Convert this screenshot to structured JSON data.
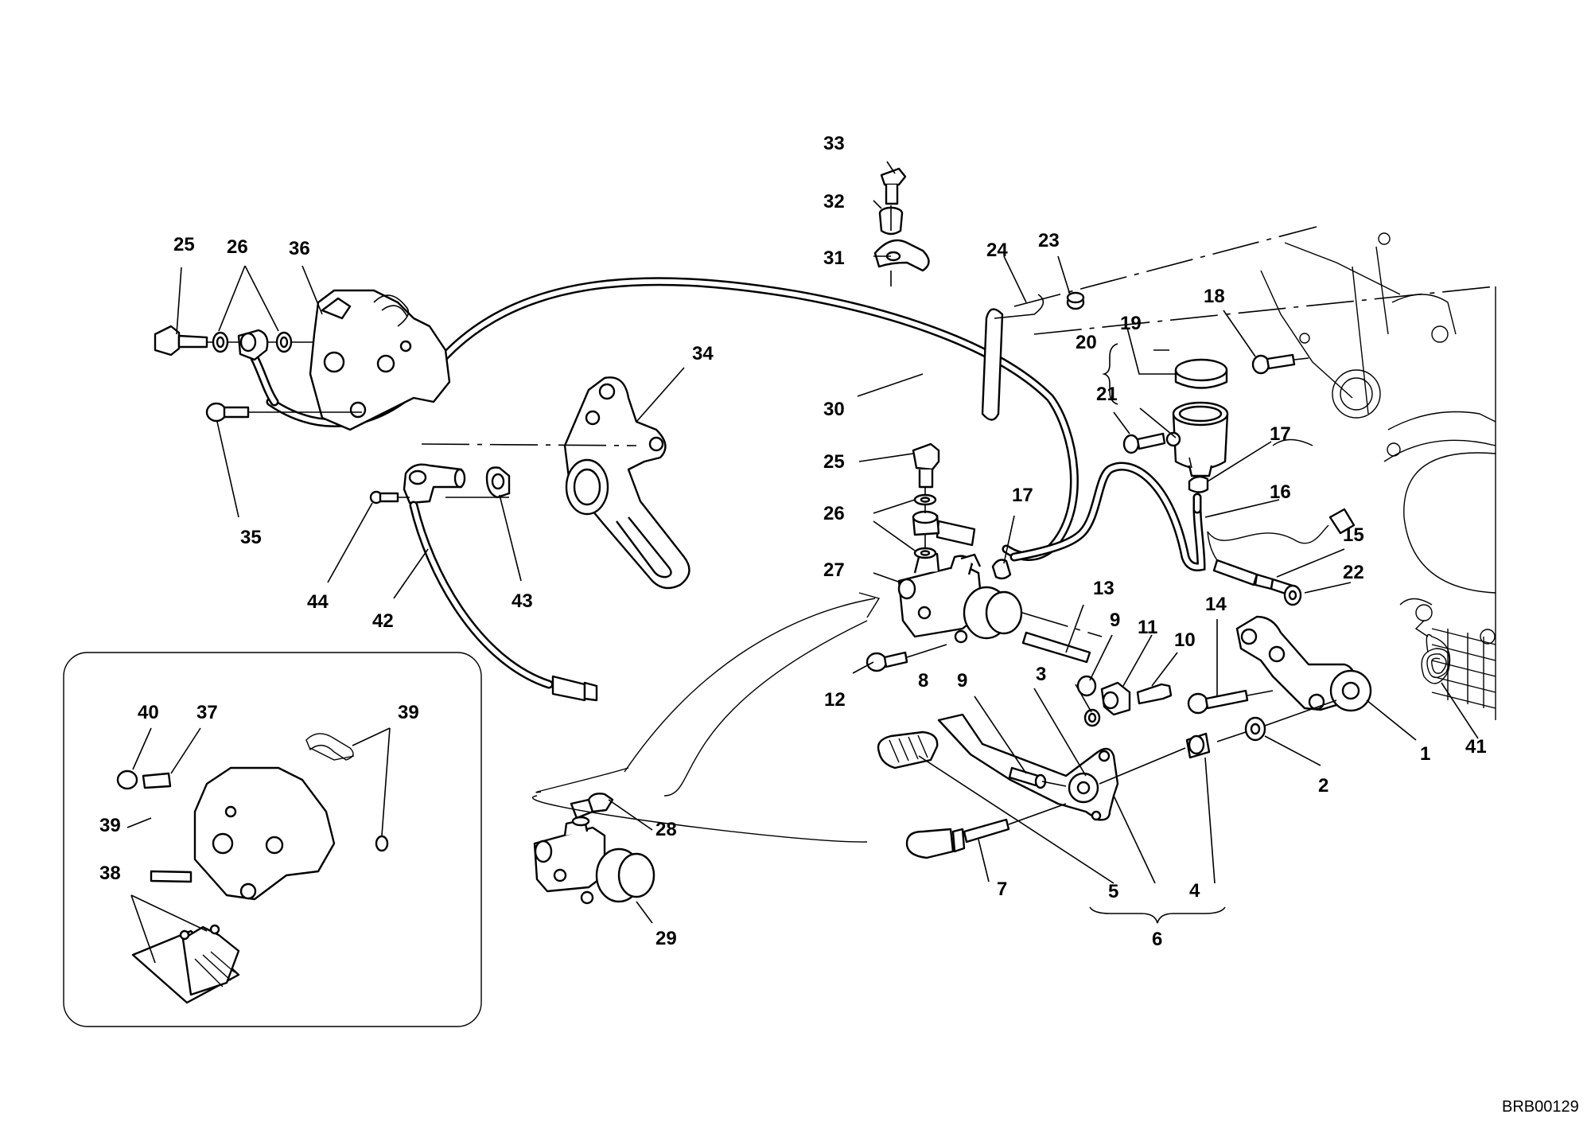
{
  "drawing_code": "BRB00129",
  "callouts": {
    "c1": "1",
    "c2": "2",
    "c3": "3",
    "c4": "4",
    "c5": "5",
    "c6": "6",
    "c7": "7",
    "c8": "8",
    "c9a": "9",
    "c9b": "9",
    "c10": "10",
    "c11": "11",
    "c12": "12",
    "c13": "13",
    "c14": "14",
    "c15": "15",
    "c16": "16",
    "c17a": "17",
    "c17b": "17",
    "c18": "18",
    "c19": "19",
    "c20": "20",
    "c21": "21",
    "c22": "22",
    "c23": "23",
    "c24": "24",
    "c25a": "25",
    "c25b": "25",
    "c26a": "26",
    "c26b": "26",
    "c27": "27",
    "c28": "28",
    "c29": "29",
    "c30": "30",
    "c31": "31",
    "c32": "32",
    "c33": "33",
    "c34": "34",
    "c35": "35",
    "c36": "36",
    "c37": "37",
    "c38": "38",
    "c39a": "39",
    "c39b": "39",
    "c40": "40",
    "c41": "41",
    "c42": "42",
    "c43": "43",
    "c44": "44"
  }
}
